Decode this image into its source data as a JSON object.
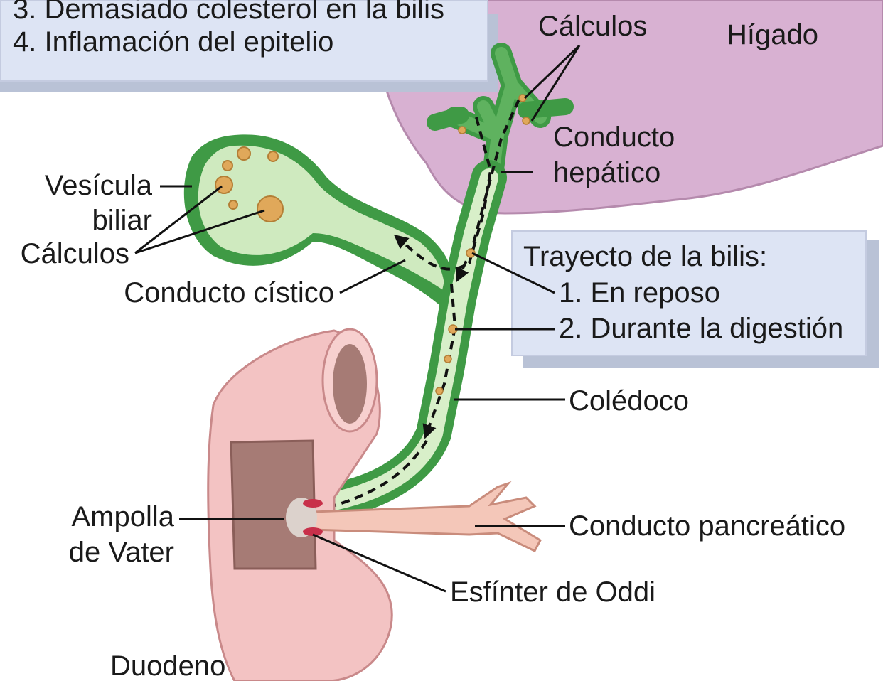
{
  "causes_box": {
    "line3": "3. Demasiado colesterol en la bilis",
    "line4": "4. Inflamación del epitelio"
  },
  "liver": {
    "label": "Hígado",
    "stones_label": "Cálculos",
    "hepatic_duct_line1": "Conducto",
    "hepatic_duct_line2": "hepático"
  },
  "gallbladder": {
    "label_line1": "Vesícula",
    "label_line2": "biliar",
    "stones_label": "Cálculos",
    "cystic_duct_label": "Conducto cístico"
  },
  "bile_path_box": {
    "title": "Trayecto de la bilis:",
    "item1": "1. En reposo",
    "item2": "2. Durante la digestión"
  },
  "common_bile_duct_label": "Colédoco",
  "pancreatic_duct_label": "Conducto pancreático",
  "ampulla_line1": "Ampolla",
  "ampulla_line2": "de Vater",
  "sphincter_label": "Esfínter de Oddi",
  "duodenum_label": "Duodeno",
  "colors": {
    "liver": "#d9b0d1",
    "duct_dark": "#3f9a45",
    "duct_light": "#d8efc9",
    "stone": "#e0a85a",
    "duodenum": "#f3c3c3",
    "duodenum_inner": "#a67b75",
    "box_fill": "#dde4f4",
    "box_shadow": "#b9c2d6",
    "sphincter": "#c8304a"
  }
}
